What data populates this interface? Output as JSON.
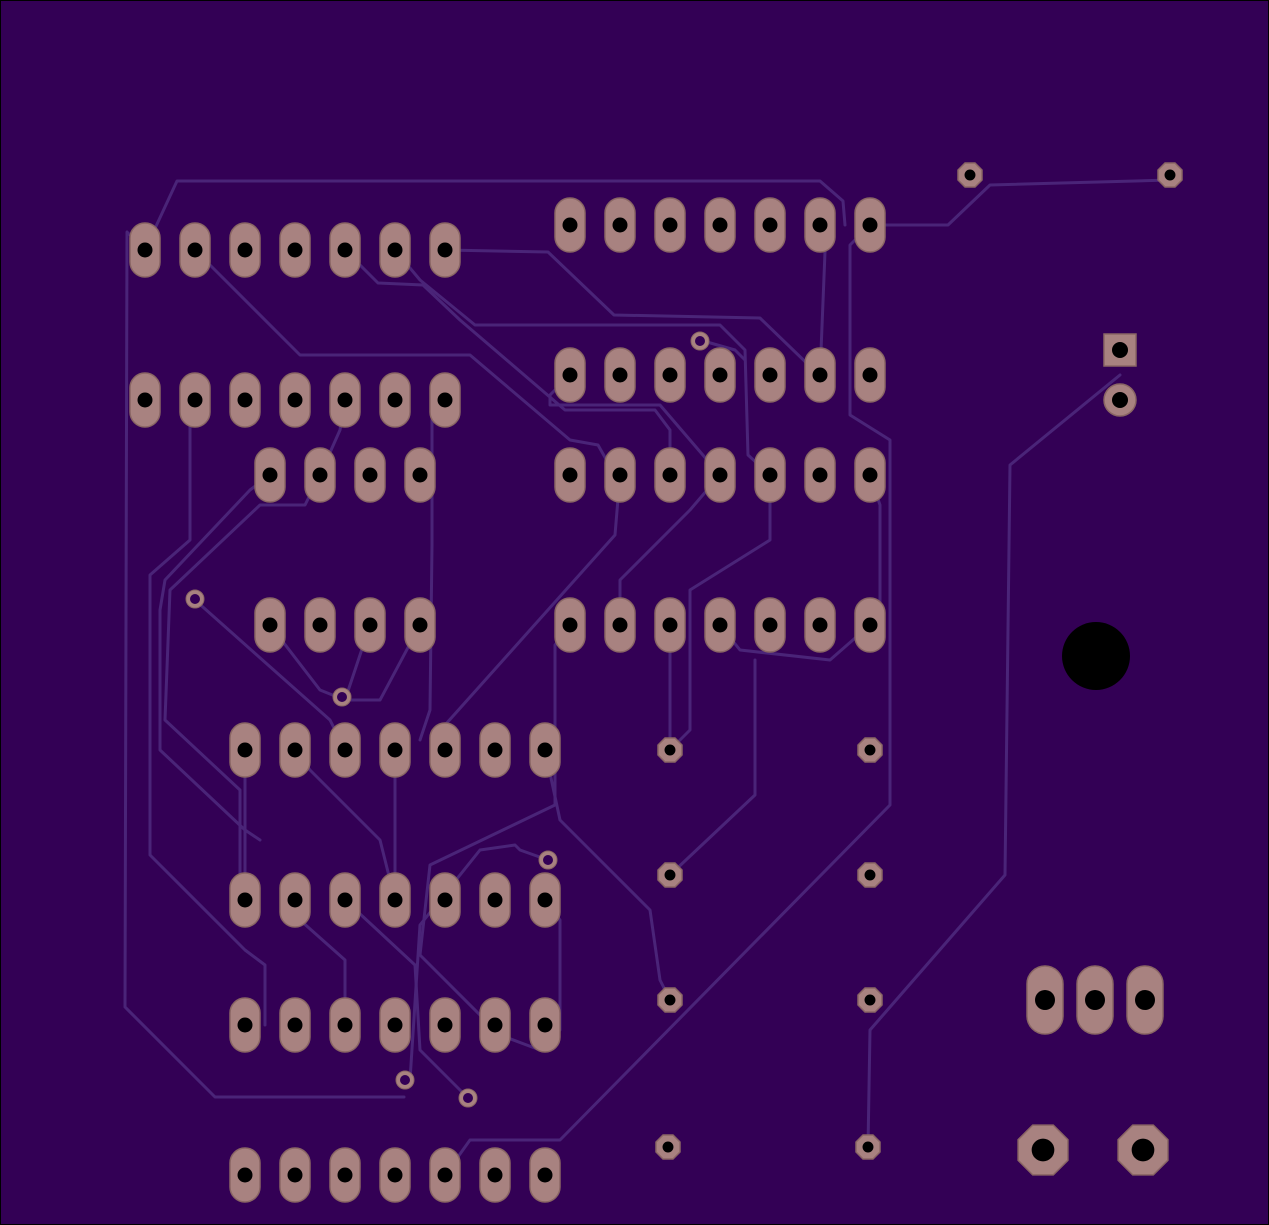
{
  "board": {
    "substrate_color": "#330055",
    "outline_color": "#000000",
    "trace_color": "#4a2478",
    "pad_color": "#a88280",
    "pad_edge_color": "#8a6664",
    "drill_color": "#000000",
    "mounting_hole": "mounting-hole"
  },
  "components": [
    "dip-14-top-left",
    "dip-14-top-right",
    "dip-8-middle-left",
    "dip-14-middle-right",
    "dip-14-lower-left-a",
    "dip-14-lower-left-b",
    "discrete-pad-pairs",
    "header-square-round",
    "to92-triple",
    "power-pads-octagon",
    "vias"
  ]
}
